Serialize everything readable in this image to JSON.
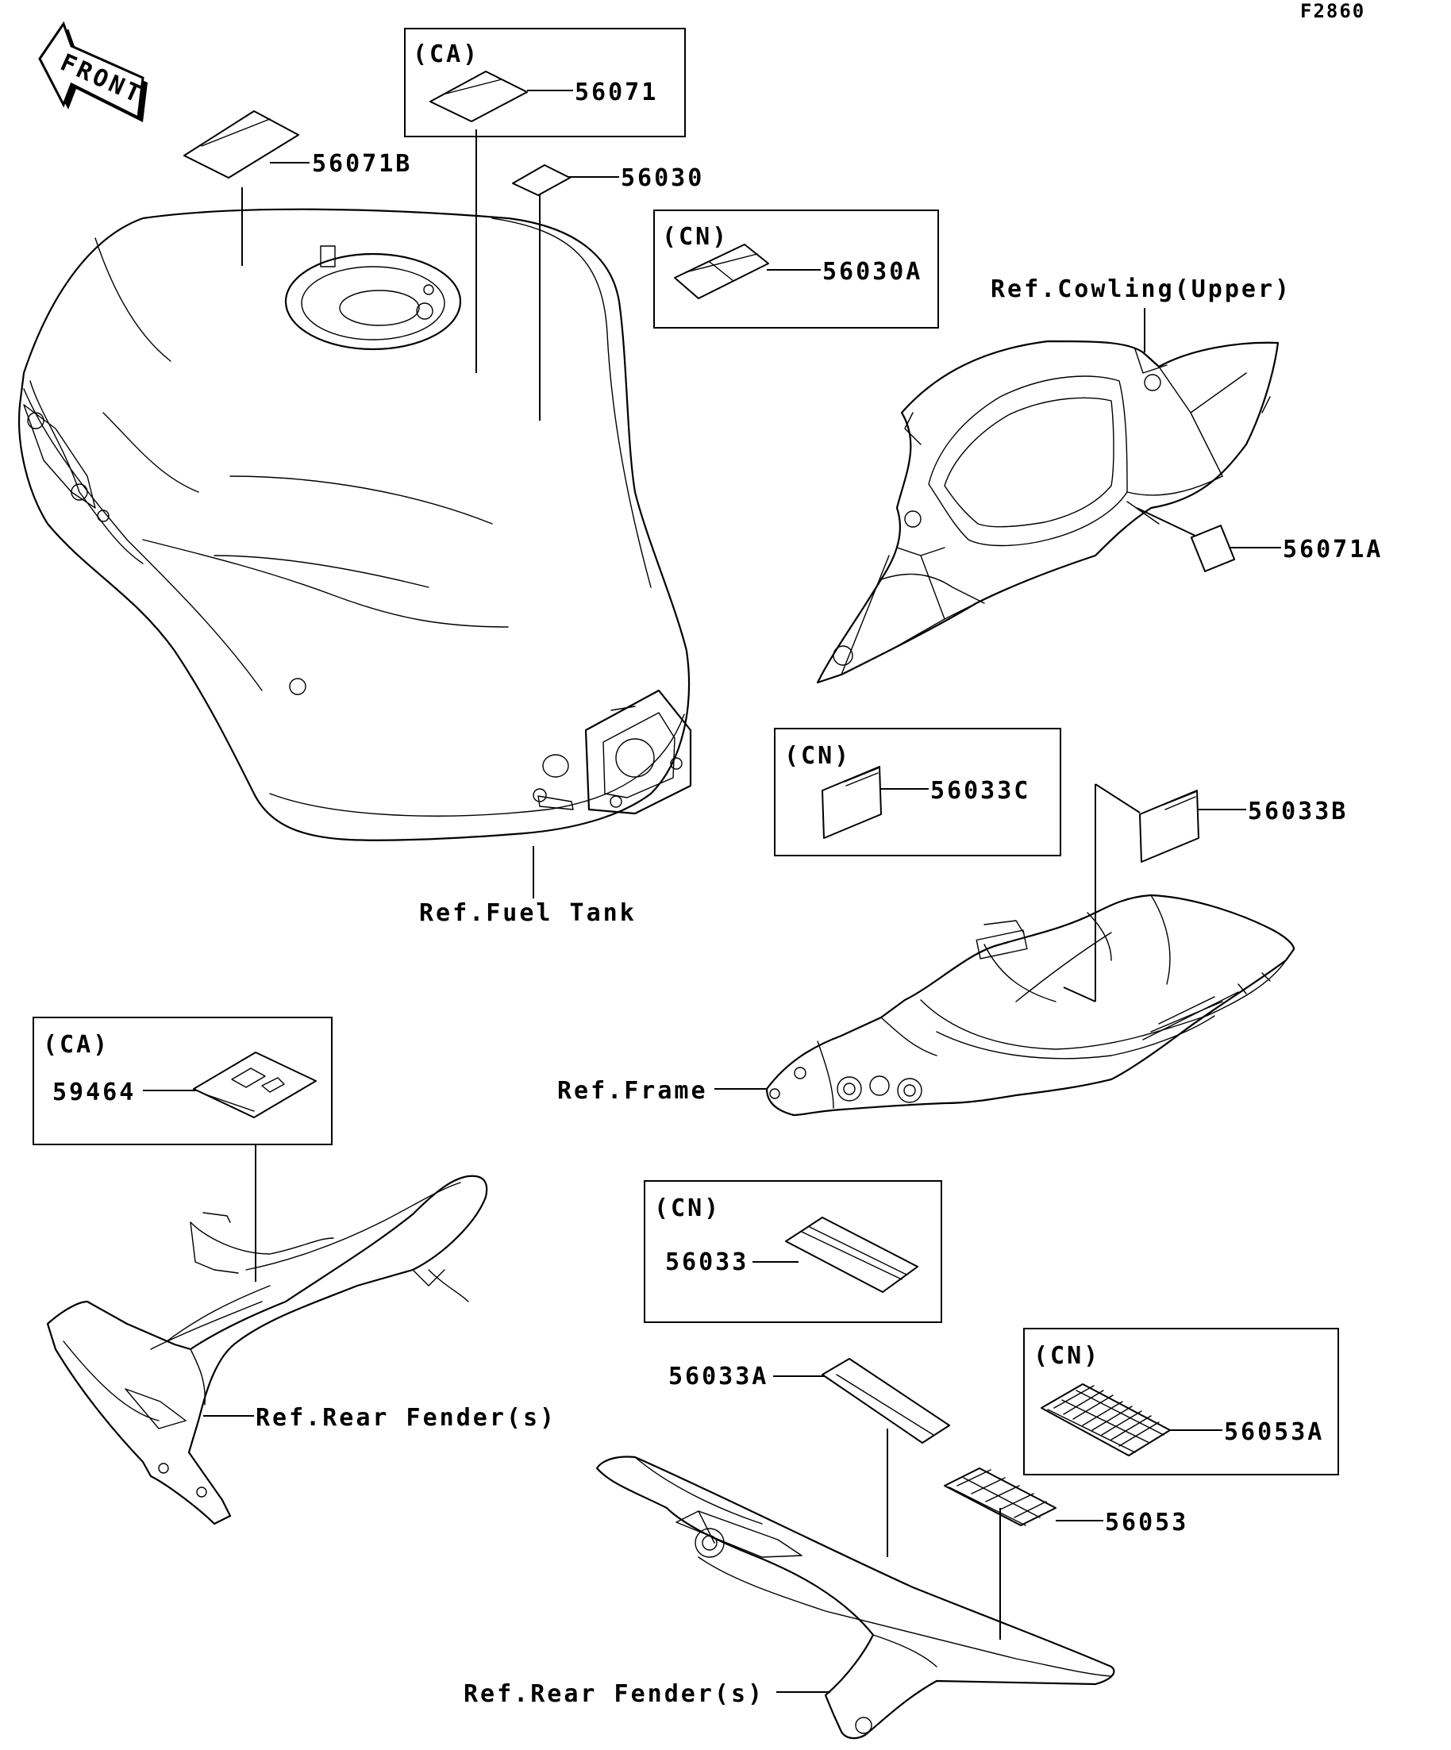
{
  "figure_code": "F2860",
  "front_label": "FRONT",
  "regions": {
    "ca_1": "(CA)",
    "cn_1": "(CN)",
    "cn_2": "(CN)",
    "ca_2": "(CA)",
    "cn_3": "(CN)",
    "cn_4": "(CN)"
  },
  "parts": {
    "p56071": "56071",
    "p56071B": "56071B",
    "p56030": "56030",
    "p56030A": "56030A",
    "p56071A": "56071A",
    "p56033C": "56033C",
    "p56033B": "56033B",
    "p59464": "59464",
    "p56033": "56033",
    "p56033A": "56033A",
    "p56053A": "56053A",
    "p56053": "56053"
  },
  "references": {
    "cowling_upper": "Ref.Cowling(Upper)",
    "fuel_tank": "Ref.Fuel Tank",
    "frame": "Ref.Frame",
    "rear_fender_1": "Ref.Rear Fender(s)",
    "rear_fender_2": "Ref.Rear Fender(s)"
  }
}
